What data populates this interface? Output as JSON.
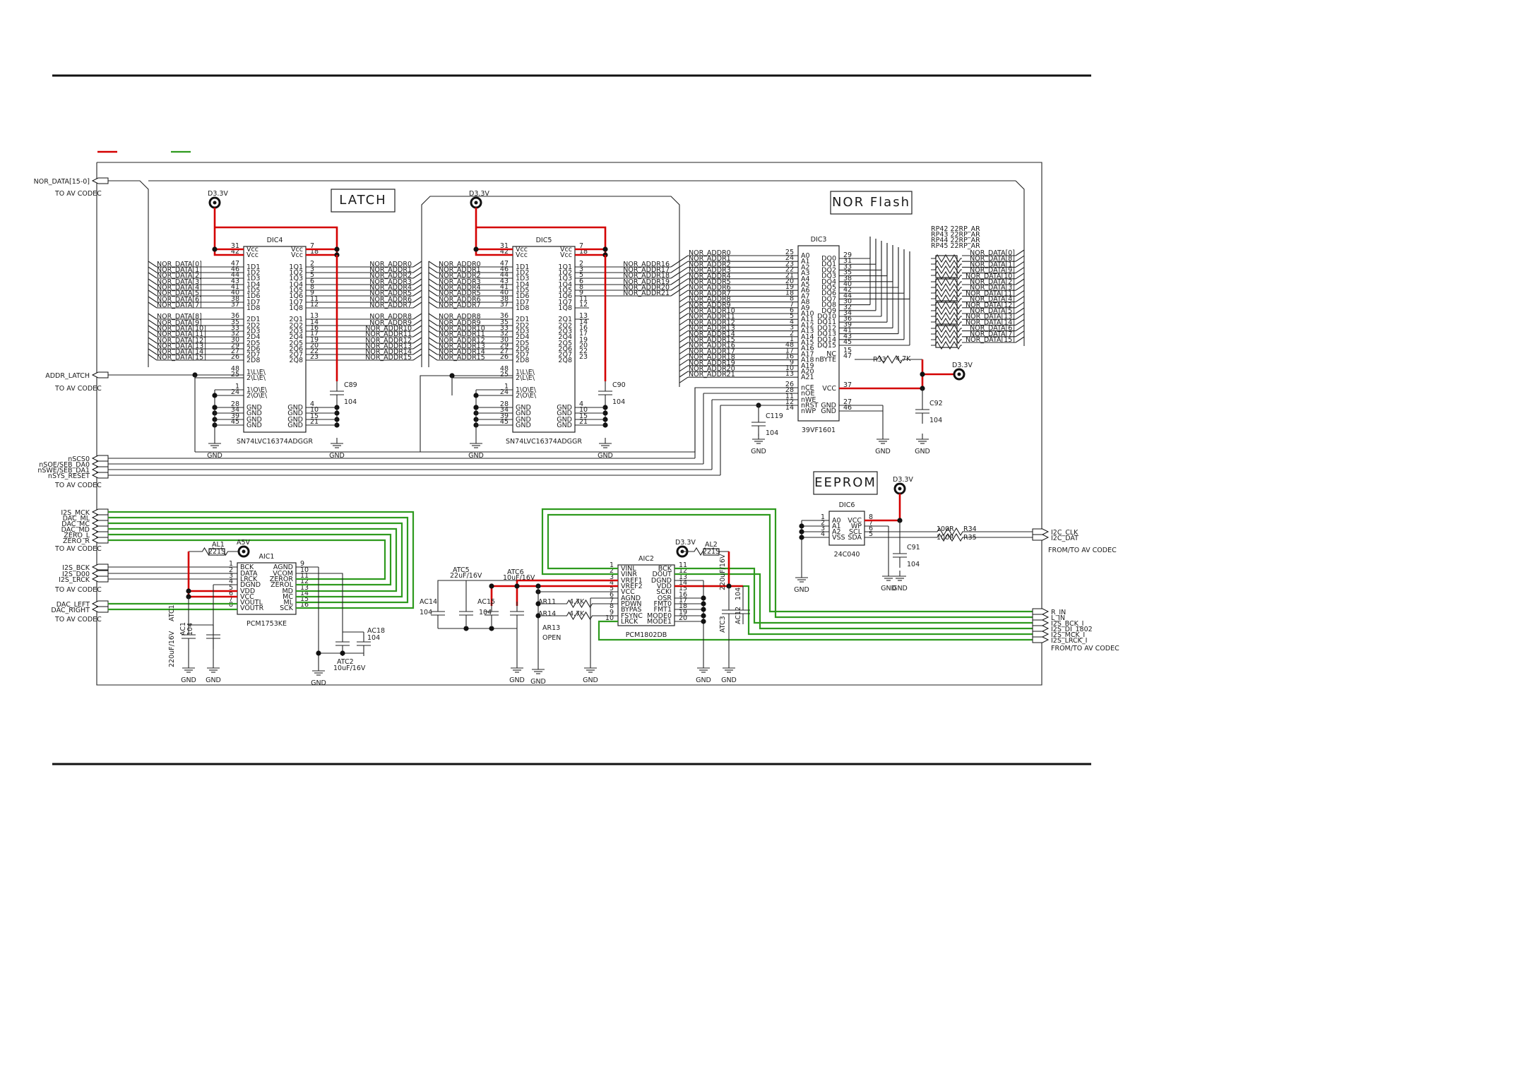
{
  "legend": {
    "red_color": "#d40000",
    "green_color": "#2e9a1e"
  },
  "titles": {
    "latch": "LATCH",
    "nor": "NOR Flash",
    "eeprom": "EEPROM"
  },
  "power": {
    "d33": "D3.3V",
    "a5": "A5V"
  },
  "left_ports": {
    "nor_data": "NOR_DATA[15-0]",
    "addr_latch": "ADDR_LATCH",
    "ctrl": [
      "nSCS0",
      "nSOE/SEB_DA0",
      "nSWE/SEB_DA1",
      "nSYS_RESET"
    ],
    "i2s_dac": [
      "I2S_MCK",
      "DAC_ML",
      "DAC_MC",
      "DAC_MD",
      "ZERO_L",
      "ZERO_R"
    ],
    "i2s_in": [
      "I2S_BCK",
      "I2S_D00",
      "I2S_LRCK"
    ],
    "dac_out": [
      "DAC_LEFT",
      "DAC_RIGHT"
    ],
    "to_av": "TO AV CODEC"
  },
  "right_ports": {
    "i2c": [
      "I2C_CLK",
      "I2C_DAT"
    ],
    "adc": [
      "R_IN",
      "L_IN",
      "I2S_BCK_I",
      "I2S_DI_1802",
      "I2S_MCK_I",
      "I2S_LRCK_I"
    ],
    "from_to": "FROM/TO AV CODEC"
  },
  "dic4": {
    "ref": "DIC4",
    "part": "SN74LVC16374ADGGR",
    "left_pins": [
      "31",
      "42",
      "47",
      "46",
      "44",
      "43",
      "41",
      "40",
      "38",
      "37",
      "36",
      "35",
      "33",
      "32",
      "30",
      "29",
      "27",
      "26",
      "48",
      "25",
      "1",
      "24",
      "28",
      "34",
      "39",
      "45"
    ],
    "left_names": [
      "Vcc",
      "Vcc",
      "1D1",
      "1D2",
      "1D3",
      "1D4",
      "1D5",
      "1D6",
      "1D7",
      "1D8",
      "2D1",
      "2D2",
      "2D3",
      "2D4",
      "2D5",
      "2D6",
      "2D7",
      "2D8",
      "1\\L\\E\\",
      "2\\L\\E\\",
      "1\\O\\E\\",
      "2\\O\\E\\",
      "GND",
      "GND",
      "GND",
      "GND"
    ],
    "right_pins": [
      "7",
      "18",
      "2",
      "3",
      "5",
      "6",
      "8",
      "9",
      "11",
      "12",
      "13",
      "14",
      "16",
      "17",
      "19",
      "20",
      "22",
      "23",
      "4",
      "10",
      "15",
      "21"
    ],
    "right_names": [
      "Vcc",
      "Vcc",
      "1Q1",
      "1Q2",
      "1Q3",
      "1Q4",
      "1Q5",
      "1Q6",
      "1Q7",
      "1Q8",
      "2Q1",
      "2Q2",
      "2Q3",
      "2Q4",
      "2Q5",
      "2Q6",
      "2Q7",
      "2Q8",
      "GND",
      "GND",
      "GND",
      "GND"
    ],
    "in_nets": [
      "NOR_DATA[0]",
      "NOR_DATA[1]",
      "NOR_DATA[2]",
      "NOR_DATA[3]",
      "NOR_DATA[4]",
      "NOR_DATA[5]",
      "NOR_DATA[6]",
      "NOR_DATA[7]",
      "NOR_DATA[8]",
      "NOR_DATA[9]",
      "NOR_DATA[10]",
      "NOR_DATA[11]",
      "NOR_DATA[12]",
      "NOR_DATA[13]",
      "NOR_DATA[14]",
      "NOR_DATA[15]"
    ],
    "out_nets": [
      "NOR_ADDR0",
      "NOR_ADDR1",
      "NOR_ADDR2",
      "NOR_ADDR3",
      "NOR_ADDR4",
      "NOR_ADDR5",
      "NOR_ADDR6",
      "NOR_ADDR7",
      "NOR_ADDR8",
      "NOR_ADDR9",
      "NOR_ADDR10",
      "NOR_ADDR11",
      "NOR_ADDR12",
      "NOR_ADDR13",
      "NOR_ADDR14",
      "NOR_ADDR15"
    ],
    "cap": "C89",
    "cap_val": "104"
  },
  "dic5": {
    "ref": "DIC5",
    "part": "SN74LVC16374ADGGR",
    "in_nets": [
      "NOR_ADDR0",
      "NOR_ADDR1",
      "NOR_ADDR2",
      "NOR_ADDR3",
      "NOR_ADDR4",
      "NOR_ADDR5",
      "NOR_ADDR6",
      "NOR_ADDR7",
      "NOR_ADDR8",
      "NOR_ADDR9",
      "NOR_ADDR10",
      "NOR_ADDR11",
      "NOR_ADDR12",
      "NOR_ADDR13",
      "NOR_ADDR14",
      "NOR_ADDR15"
    ],
    "out_nets": [
      "NOR_ADDR16",
      "NOR_ADDR17",
      "NOR_ADDR18",
      "NOR_ADDR19",
      "NOR_ADDR20",
      "NOR_ADDR21"
    ],
    "cap": "C90",
    "cap_val": "104"
  },
  "dic3": {
    "ref": "DIC3",
    "part": "39VF1601",
    "left_pins": [
      "25",
      "24",
      "23",
      "22",
      "21",
      "20",
      "19",
      "18",
      "8",
      "7",
      "6",
      "5",
      "4",
      "3",
      "2",
      "1",
      "48",
      "17",
      "16",
      "9",
      "10",
      "13",
      "26",
      "28",
      "11",
      "12",
      "14"
    ],
    "left_names": [
      "A0",
      "A1",
      "A2",
      "A3",
      "A4",
      "A5",
      "A6",
      "A7",
      "A8",
      "A9",
      "A10",
      "A11",
      "A12",
      "A13",
      "A14",
      "A15",
      "A16",
      "A17",
      "A18",
      "A19",
      "A20",
      "A21",
      "nCE",
      "nOE",
      "nWE",
      "nRST",
      "nWP"
    ],
    "right_pins": [
      "29",
      "31",
      "33",
      "35",
      "38",
      "40",
      "42",
      "44",
      "30",
      "32",
      "34",
      "36",
      "39",
      "41",
      "43",
      "45",
      "15",
      "47",
      "37",
      "27",
      "46"
    ],
    "right_names": [
      "DQ0",
      "DQ1",
      "DQ2",
      "DQ3",
      "DQ4",
      "DQ5",
      "DQ6",
      "DQ7",
      "DQ8",
      "DQ9",
      "DQ10",
      "DQ11",
      "DQ12",
      "DQ13",
      "DQ14",
      "DQ15",
      "NC",
      "nBYTE",
      "VCC",
      "GND",
      "GND"
    ],
    "addr_nets": [
      "NOR_ADDR0",
      "NOR_ADDR1",
      "NOR_ADDR2",
      "NOR_ADDR3",
      "NOR_ADDR4",
      "NOR_ADDR5",
      "NOR_ADDR6",
      "NOR_ADDR7",
      "NOR_ADDR8",
      "NOR_ADDR9",
      "NOR_ADDR10",
      "NOR_ADDR11",
      "NOR_ADDR12",
      "NOR_ADDR13",
      "NOR_ADDR14",
      "NOR_ADDR15",
      "NOR_ADDR16",
      "NOR_ADDR17",
      "NOR_ADDR18",
      "NOR_ADDR19",
      "NOR_ADDR20",
      "NOR_ADDR21"
    ],
    "data_nets": [
      "NOR_DATA[0]",
      "NOR_DATA[8]",
      "NOR_DATA[1]",
      "NOR_DATA[9]",
      "NOR_DATA[2]",
      "NOR_DATA[10]",
      "NOR_DATA[3]",
      "NOR_DATA[11]",
      "NOR_DATA[4]",
      "NOR_DATA[12]",
      "NOR_DATA[5]",
      "NOR_DATA[13]",
      "NOR_DATA[6]",
      "NOR_DATA[14]",
      "NOR_DATA[7]",
      "NOR_DATA[15]"
    ],
    "rpack": [
      "RP42 22RP_AR",
      "RP43 22RP_AR",
      "RP44 22RP_AR",
      "RP45 22RP_AR"
    ],
    "r33": "R33",
    "r33_val": "4.7K",
    "c119": "C119",
    "c92": "C92",
    "cap_val": "104"
  },
  "dic6": {
    "ref": "DIC6",
    "part": "24C040",
    "left_pins": [
      "1",
      "2",
      "3",
      "4"
    ],
    "left_names": [
      "A0",
      "A1",
      "A2",
      "VSS"
    ],
    "right_pins": [
      "8",
      "7",
      "6",
      "5"
    ],
    "right_names": [
      "VCC",
      "WP",
      "SCL",
      "SDA"
    ],
    "r34": "R34",
    "r35": "R35",
    "r_val": "100R",
    "c91": "C91",
    "c_val": "104"
  },
  "aic1": {
    "ref": "AIC1",
    "part": "PCM1753KE",
    "left_pins": [
      "1",
      "2",
      "3",
      "4",
      "5",
      "6",
      "7",
      "8"
    ],
    "left_names": [
      "BCK",
      "DATA",
      "LRCK",
      "DGND",
      "VDD",
      "VCC",
      "VOUTL",
      "VOUTR"
    ],
    "right_pins": [
      "9",
      "10",
      "11",
      "12",
      "13",
      "14",
      "15",
      "16"
    ],
    "right_names": [
      "AGND",
      "VCOM",
      "ZEROR",
      "ZEROL",
      "MD",
      "MC",
      "ML",
      "SCK"
    ],
    "al1": "AL1",
    "al1_val": "221S",
    "atc1": "ATC1",
    "atc1_val": "220uF/16V",
    "ac1": "AC1",
    "ac1_val": "104",
    "atc2": "ATC2",
    "atc2_val": "10uF/16V",
    "ac18": "AC18",
    "ac18_val": "104"
  },
  "aic2": {
    "ref": "AIC2",
    "part": "PCM1802DB",
    "left_pins": [
      "1",
      "2",
      "3",
      "4",
      "5",
      "6",
      "7",
      "8",
      "9",
      "10"
    ],
    "left_names": [
      "VINL",
      "VINR",
      "VREF1",
      "VREF2",
      "VCC",
      "AGND",
      "PDWN",
      "BYPAS",
      "FSYNC",
      "LRCK"
    ],
    "right_pins": [
      "11",
      "12",
      "13",
      "14",
      "15",
      "16",
      "17",
      "18",
      "19",
      "20"
    ],
    "right_names": [
      "BCK",
      "DOUT",
      "DGND",
      "VDD",
      "SCKI",
      "OSR",
      "FMT0",
      "FMT1",
      "MODE0",
      "MODE1"
    ],
    "al2": "AL2",
    "al2_val": "221S",
    "atc3": "ATC3",
    "atc3_val": "220uF/16V",
    "ac12": "AC12",
    "ac12_val": "104",
    "atc5": "ATC5",
    "atc5_val": "22uF/16V",
    "atc6": "ATC6",
    "atc6_val": "10uF/16V",
    "ac14": "AC14",
    "ac15": "AC15",
    "c_val": "104",
    "ar11": "AR11",
    "ar14": "AR14",
    "ar_val": "4.7K",
    "ar13": "AR13",
    "ar13_val": "OPEN"
  },
  "gnd": "GND"
}
